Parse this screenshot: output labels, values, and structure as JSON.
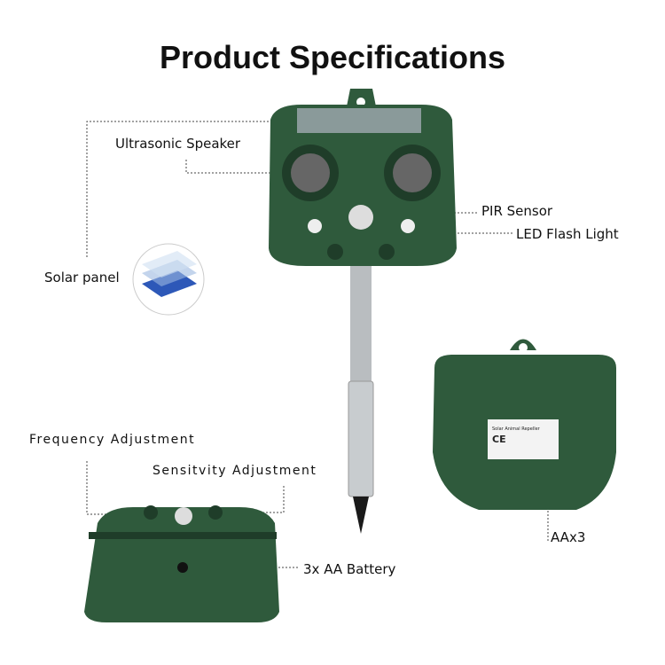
{
  "title": "Product Specifications",
  "labels": {
    "ultrasonic_speaker": "Ultrasonic Speaker",
    "pir_sensor": "PIR Sensor",
    "led_flash_light": "LED Flash Light",
    "solar_panel": "Solar panel",
    "frequency_adjustment": "Frequency Adjustment",
    "sensitivity_adjustment": "Sensitvity Adjustment",
    "battery": "3x AA Battery",
    "aax3": "AAx3"
  },
  "back_label": {
    "brand": "Solar Animal Repeller",
    "mark": "CE"
  },
  "colors": {
    "body": "#2f5a3c",
    "dark": "#1f3d29",
    "pole": "#b9bdc0"
  }
}
